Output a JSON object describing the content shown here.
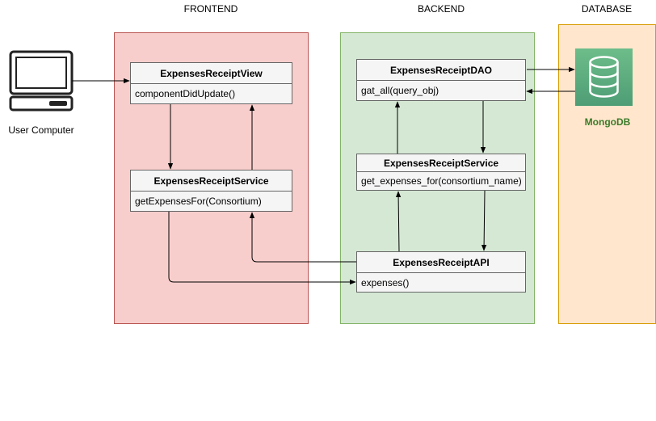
{
  "sections": {
    "frontend": "FRONTEND",
    "backend": "BACKEND",
    "database": "DATABASE"
  },
  "colors": {
    "frontend_fill": "#f8cecc",
    "frontend_stroke": "#b85450",
    "backend_fill": "#d5e8d4",
    "backend_stroke": "#82b366",
    "database_fill": "#ffe6cc",
    "database_stroke": "#d79b00",
    "class_fill": "#f5f5f5",
    "class_stroke": "#666666",
    "mongodb_fill": "#5fa880",
    "mongodb_text": "#3a7a2a"
  },
  "actors": {
    "user_computer": {
      "label": "User Computer",
      "icon": "computer-icon"
    },
    "mongodb": {
      "label": "MongoDB",
      "icon": "database-icon"
    }
  },
  "classes": {
    "expenses_receipt_view": {
      "name": "ExpensesReceiptView",
      "method": "componentDidUpdate()"
    },
    "frontend_service": {
      "name": "ExpensesReceiptService",
      "method": "getExpensesFor(Consortium)"
    },
    "expenses_receipt_dao": {
      "name": "ExpensesReceiptDAO",
      "method": "gat_all(query_obj)"
    },
    "backend_service": {
      "name": "ExpensesReceiptService",
      "method": "get_expenses_for(consortium_name)"
    },
    "expenses_receipt_api": {
      "name": "ExpensesReceiptAPI",
      "method": "expenses()"
    }
  }
}
